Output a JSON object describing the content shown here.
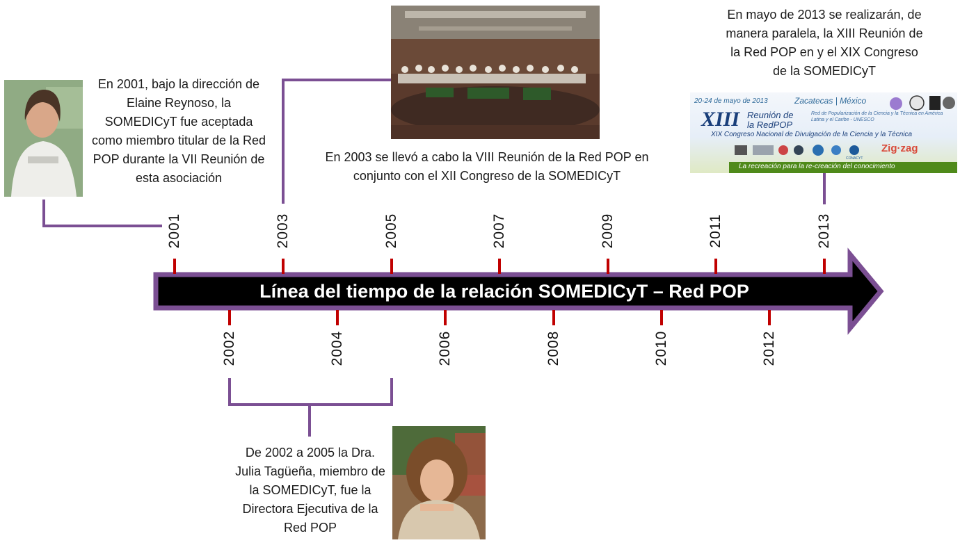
{
  "title": "Línea del tiempo de la relación SOMEDICyT – Red POP",
  "years_top": [
    "2001",
    "2003",
    "2005",
    "2007",
    "2009",
    "2011",
    "2013"
  ],
  "years_bottom": [
    "2002",
    "2004",
    "2006",
    "2008",
    "2010",
    "2012"
  ],
  "notes": {
    "n2001": "En 2001, bajo la dirección de Elaine Reynoso, la SOMEDICyT fue aceptada como miembro titular de la Red POP durante la VII Reunión de esta asociación",
    "n2003": "En 2003 se llevó a cabo la VIII Reunión de la Red POP en conjunto con el XII Congreso de la SOMEDICyT",
    "n2013": "En mayo de 2013 se realizarán, de manera paralela, la XIII Reunión de la Red POP en y el XIX Congreso de la SOMEDICyT",
    "n2002": "De 2002 a 2005 la Dra. Julia Tagüeña, miembro de la SOMEDICyT, fue la Directora Ejecutiva de la Red POP"
  },
  "banner": {
    "dates": "20-24 de mayo de 2013",
    "place": "Zacatecas | México",
    "roman": "XIII",
    "reunion": "Reunión de",
    "redpop": "la RedPOP",
    "redpop_sub": "Red de Popularización de la Ciencia y la Técnica en América Latina y el Caribe - UNESCO",
    "congreso": "XIX Congreso Nacional de Divulgación de la Ciencia y la Técnica",
    "tagline": "La recreación para la re-creación del conocimiento",
    "zigzag": "Zig·zag",
    "conacyt": "CONACYT"
  },
  "colors": {
    "arrow": "#000000",
    "arrow_border": "#7b4f93",
    "connector": "#7b4f93",
    "tick": "#c00000"
  }
}
